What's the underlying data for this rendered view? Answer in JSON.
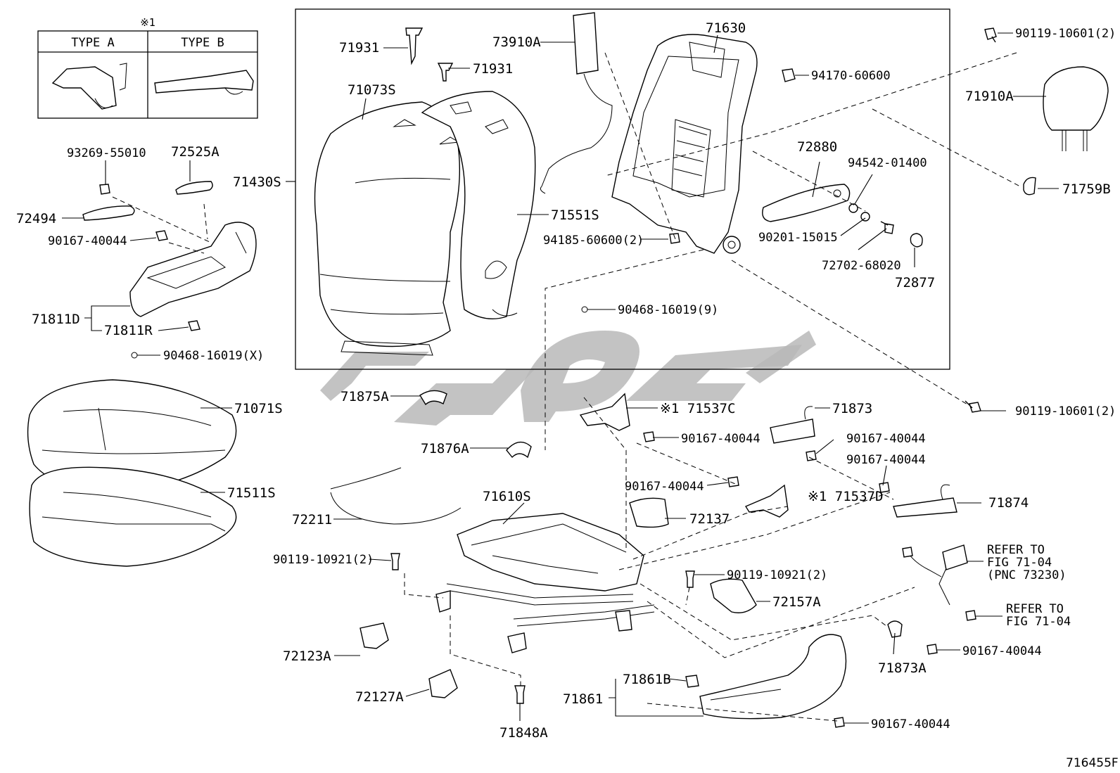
{
  "type_table": {
    "note": "※1",
    "type_a": "TYPE  A",
    "type_b": "TYPE  B"
  },
  "labels": {
    "p71931a": "71931",
    "p71931b": "71931",
    "p73910a": "73910A",
    "p71630": "71630",
    "p9011910601_top": "90119-10601(2)",
    "p94170": "94170-60600",
    "p71910a": "71910A",
    "p71073s": "71073S",
    "p71430s": "71430S",
    "p71551s": "71551S",
    "p72880": "72880",
    "p94542": "94542-01400",
    "p71759b": "71759B",
    "p94185": "94185-60600(2)",
    "p90201": "90201-15015",
    "p72702": "72702-68020",
    "p72877": "72877",
    "p90468_9": "90468-16019(9)",
    "p93269": "93269-55010",
    "p72525a": "72525A",
    "p72494": "72494",
    "p90167_left": "90167-40044",
    "p71811d": "71811D",
    "p71811r": "71811R",
    "p90468_x": "90468-16019(X)",
    "p71071s": "71071S",
    "p71511s": "71511S",
    "p71875a": "71875A",
    "p71876a": "71876A",
    "p71537c": "※1 71537C",
    "p90167_c": "90167-40044",
    "p71873": "71873",
    "p90167_r1": "90167-40044",
    "p90167_r2": "90167-40044",
    "p9011910601_mid": "90119-10601(2)",
    "p90167_m": "90167-40044",
    "p71537d": "※1 71537D",
    "p71874": "71874",
    "p72211": "72211",
    "p71610s": "71610S",
    "p72137": "72137",
    "p90119_10921_l": "90119-10921(2)",
    "p90119_10921_r": "90119-10921(2)",
    "p72157a": "72157A",
    "p72123a": "72123A",
    "p72127a": "72127A",
    "p71848a": "71848A",
    "p71861b": "71861B",
    "p71861": "71861",
    "p71873a": "71873A",
    "p90167_b1": "90167-40044",
    "p90167_b2": "90167-40044",
    "refer1_l1": "REFER TO",
    "refer1_l2": "FIG 71-04",
    "refer1_l3": "(PNC 73230)",
    "refer2_l1": "REFER TO",
    "refer2_l2": "FIG 71-04",
    "diagram_id": "716455F"
  }
}
